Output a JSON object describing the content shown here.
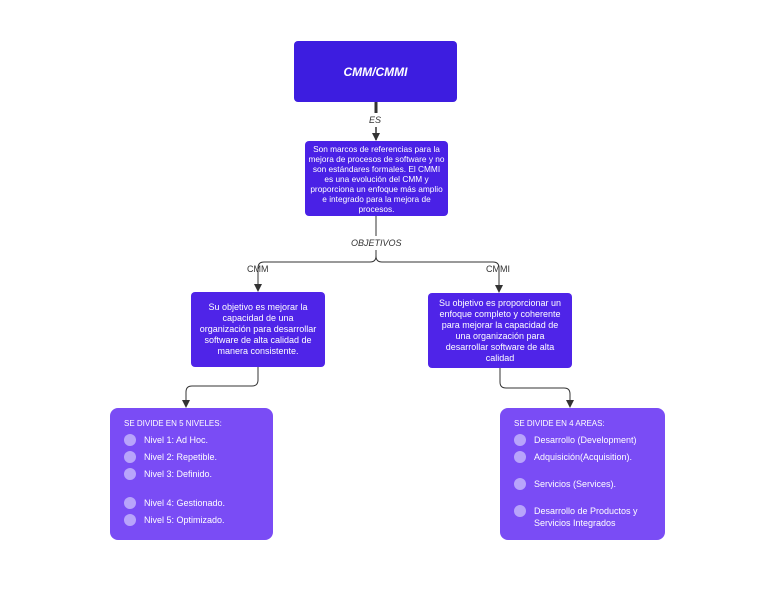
{
  "root": {
    "title": "CMM/CMMI"
  },
  "edge_es": "ES",
  "definition": "Son  marcos de referencias  para la mejora de procesos de software  y no son estándares formales. El CMMI es una evolución del CMM y proporciona un enfoque más amplio e integrado para la mejora de procesos.",
  "edge_objetivos": "OBJETIVOS",
  "branch_cmm": "CMM",
  "branch_cmmi": "CMMI",
  "cmm_objective": "Su objetivo es mejorar la capacidad de una organización para desarrollar software de alta calidad de manera consistente.",
  "cmmi_objective": "Su objetivo es proporcionar un enfoque completo y coherente para mejorar la capacidad de una organización para desarrollar software de alta calidad",
  "levels": {
    "title": "SE DIVIDE EN 5 NIVELES:",
    "items": [
      "Nivel 1: Ad Hoc.",
      "Nivel 2: Repetible.",
      "Nivel 3: Definido.",
      "Nivel 4: Gestionado.",
      "Nivel 5: Optimizado."
    ]
  },
  "areas": {
    "title": "SE DIVIDE EN 4 AREAS:",
    "items": [
      "Desarrollo (Development)",
      "Adquisición(Acquisition).",
      "Servicios (Services).",
      "Desarrollo de Productos y Servicios Integrados"
    ]
  }
}
